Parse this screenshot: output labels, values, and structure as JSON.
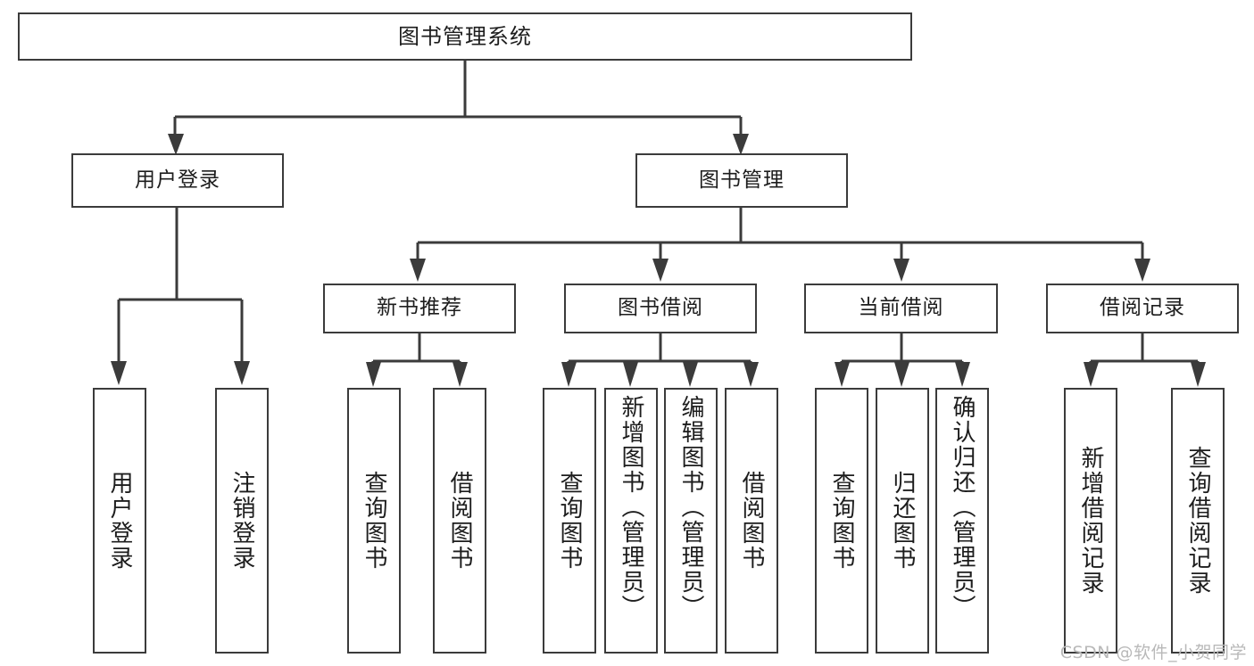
{
  "diagram": {
    "title": "图书管理系统",
    "type": "tree",
    "root": {
      "label": "图书管理系统"
    },
    "level1": [
      {
        "label": "用户登录"
      },
      {
        "label": "图书管理"
      }
    ],
    "level2": [
      {
        "label": "新书推荐"
      },
      {
        "label": "图书借阅"
      },
      {
        "label": "当前借阅"
      },
      {
        "label": "借阅记录"
      }
    ],
    "leaves": {
      "user_login": [
        {
          "label": "用户登录"
        },
        {
          "label": "注销登录"
        }
      ],
      "new_book_recommend": [
        {
          "label": "查询图书"
        },
        {
          "label": "借阅图书"
        }
      ],
      "book_borrow": [
        {
          "label": "查询图书"
        },
        {
          "label": "新增图书（管理员）"
        },
        {
          "label": "编辑图书（管理员）"
        },
        {
          "label": "借阅图书"
        }
      ],
      "current_borrow": [
        {
          "label": "查询图书"
        },
        {
          "label": "归还图书"
        },
        {
          "label": "确认归还（管理员）"
        }
      ],
      "borrow_record": [
        {
          "label": "新增借阅记录"
        },
        {
          "label": "查询借阅记录"
        }
      ]
    }
  },
  "watermark": {
    "text": "CSDN @软件_小贺同学"
  },
  "colors": {
    "stroke": "#3b3b3b",
    "text": "#1d1d1d",
    "background": "#ffffff",
    "watermark": "#b9b9b9"
  }
}
